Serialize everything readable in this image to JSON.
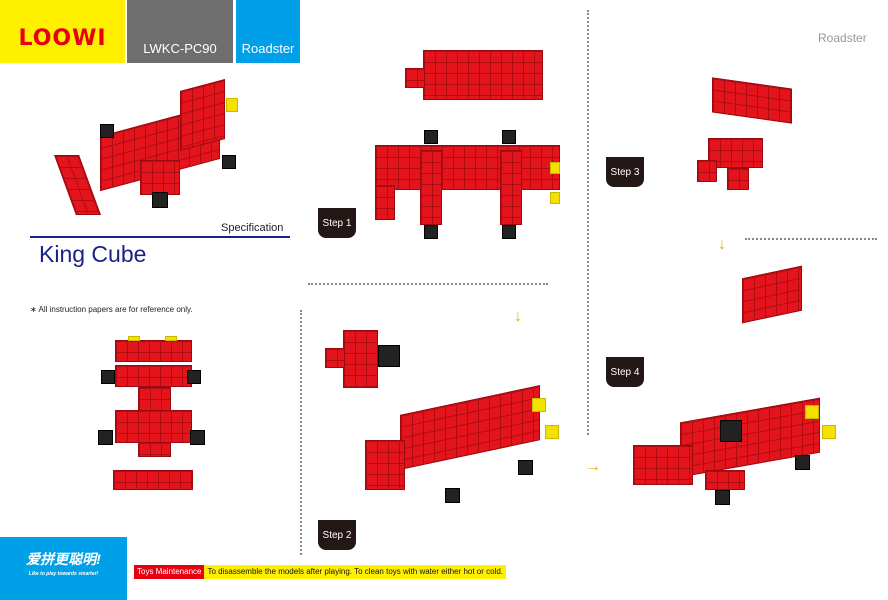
{
  "header": {
    "brand": "LOOWI",
    "model_code": "LWKC-PC90",
    "model_name": "Roadster",
    "corner_title": "Roadster"
  },
  "spec": {
    "label": "Specification",
    "title": "King Cube",
    "note": "∗ All instruction papers are for reference only."
  },
  "steps": [
    "Step 1",
    "Step 2",
    "Step 3",
    "Step 4"
  ],
  "footer": {
    "slogan_cn": "爱拼更聪明!",
    "slogan_en": "Like to play towards smarter!",
    "maintenance_label": "Toys Maintenance",
    "maintenance_text": "To disassemble the models after playing. To clean toys with water either hot or cold."
  },
  "colors": {
    "yellow": "#fff000",
    "gray": "#6e6e6e",
    "blue": "#00a0e9",
    "red": "#e60012",
    "title_blue": "#1d2088"
  }
}
